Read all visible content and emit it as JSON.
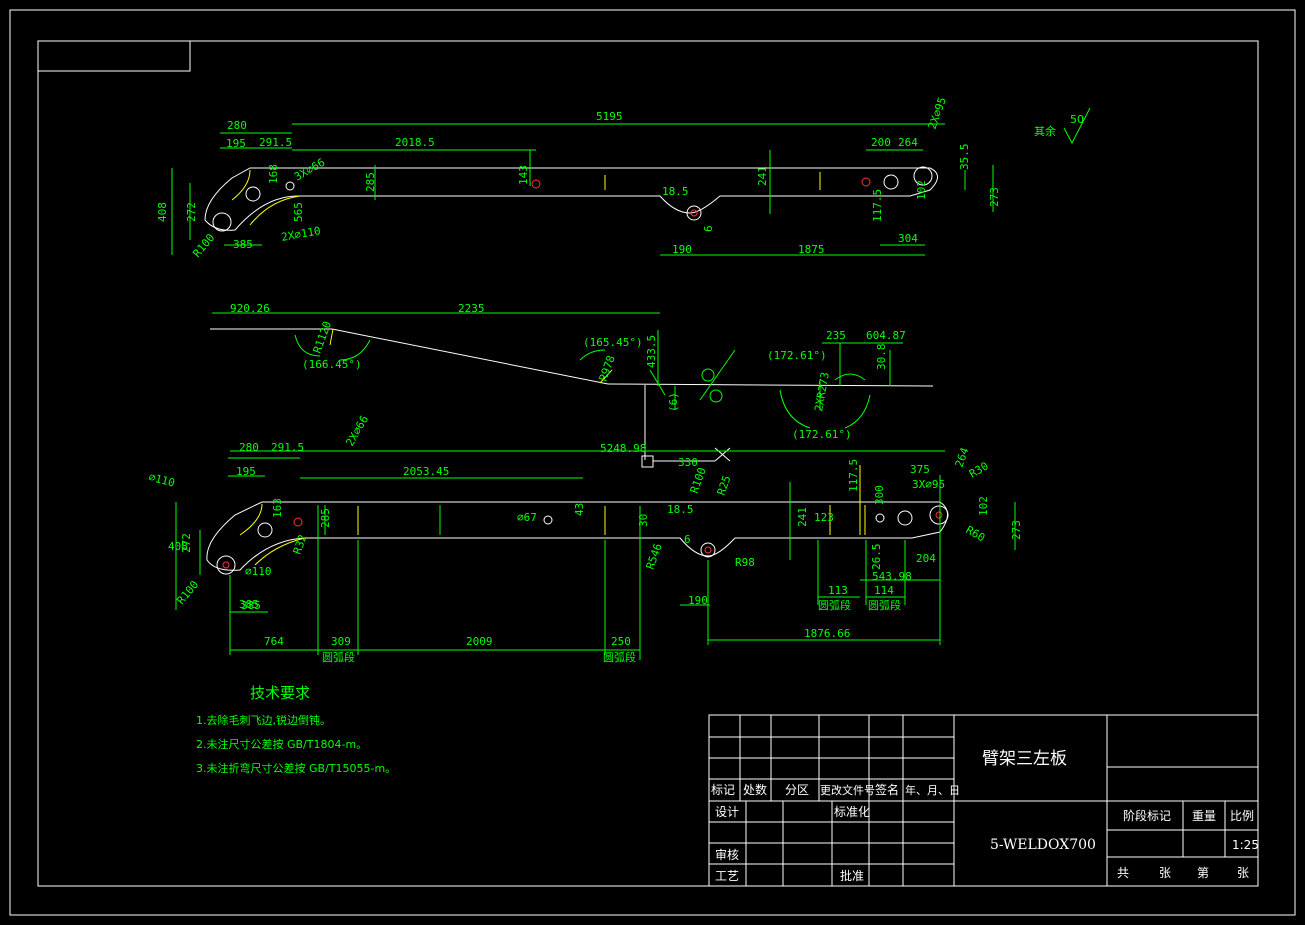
{
  "drawing": {
    "part_name": "臂架三左板",
    "material": "5-WELDOX700",
    "scale": "1:25",
    "roughness_label": "其余",
    "roughness_value": "50"
  },
  "tech_requirements": {
    "title": "技术要求",
    "items": [
      "1.去除毛刺飞边,锐边倒钝。",
      "2.未注尺寸公差按 GB/T1804-m。",
      "3.未注折弯尺寸公差按 GB/T15055-m。"
    ]
  },
  "title_block": {
    "row_labels": [
      "标记",
      "处数",
      "分区",
      "更改文件号",
      "签名",
      "年、月、日"
    ],
    "design": "设计",
    "standardize": "标准化",
    "review": "审核",
    "process": "工艺",
    "approve": "批准",
    "stage_mark": "阶段标记",
    "weight": "重量",
    "ratio": "比例",
    "total": "共",
    "sheets": "张",
    "sheet_no": "第",
    "sheet_unit": "张"
  },
  "view_top": {
    "dims": [
      "280",
      "195",
      "291.5",
      "2018.5",
      "5195",
      "200",
      "264",
      "2X⌀95",
      "168",
      "3X⌀66",
      "285",
      "143",
      "241",
      "35.5",
      "273",
      "408",
      "272",
      "565",
      "R100",
      "385",
      "2X⌀110",
      "18.5",
      "6",
      "117.5",
      "102",
      "190",
      "1875",
      "304"
    ]
  },
  "view_mid": {
    "dims": [
      "920.26",
      "2235",
      "R1120",
      "(166.45°)",
      "(165.45°)",
      "433.5",
      "R978",
      "(6)",
      "(172.61°)",
      "235",
      "604.87",
      "30.8",
      "2XR273",
      "(172.61°)"
    ]
  },
  "view_bottom": {
    "dims": [
      "280",
      "291.5",
      "2X⌀66",
      "5248.98",
      "⌀110",
      "195",
      "2053.45",
      "330",
      "R100",
      "R25",
      "117.5",
      "375",
      "3X⌀95",
      "264",
      "R30",
      "163",
      "285",
      "385",
      "⌀67",
      "43",
      "30",
      "18.5",
      "241",
      "123",
      "300",
      "R60",
      "102",
      "408",
      "272",
      "R32",
      "⌀110",
      "R546",
      "6",
      "R98",
      "26.5",
      "204",
      "543.98",
      "273",
      "R100",
      "385",
      "190",
      "113",
      "114",
      "764",
      "309",
      "2009",
      "250",
      "1876.66"
    ],
    "arc_labels": [
      "圆弧段",
      "圆弧段",
      "圆弧段",
      "圆弧段"
    ]
  }
}
